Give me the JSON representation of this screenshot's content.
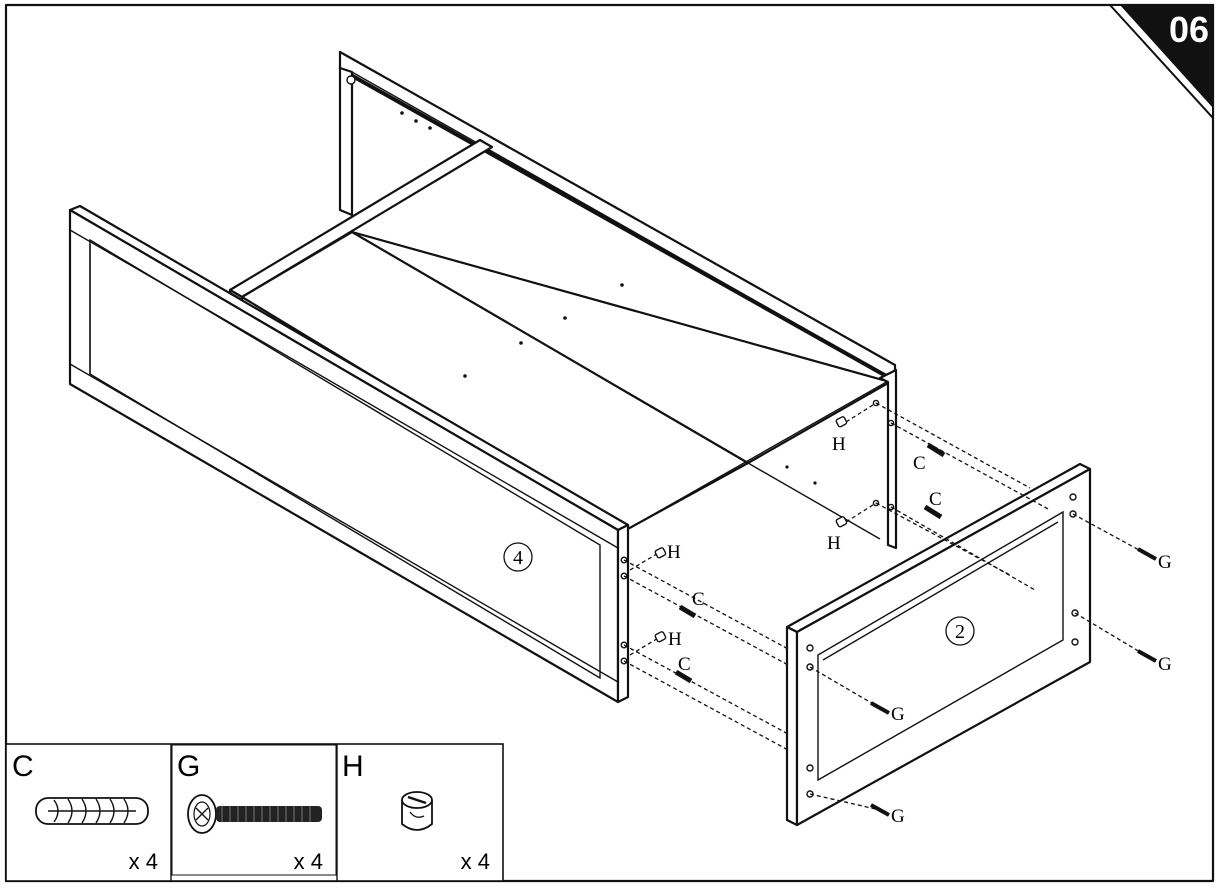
{
  "step": {
    "number": "06"
  },
  "panels": {
    "front": "4",
    "side": "2"
  },
  "callouts": {
    "h_upper_right": "H",
    "h_lower_right": "H",
    "c_right_a": "C",
    "c_right_b": "C",
    "h_left_a": "H",
    "c_left_a": "C",
    "h_left_b": "H",
    "c_left_b": "C",
    "g1": "G",
    "g2": "G",
    "g3": "G",
    "g4": "G"
  },
  "parts": [
    {
      "letter": "C",
      "qty": "x 4",
      "icon": "dowel-icon"
    },
    {
      "letter": "G",
      "qty": "x 4",
      "icon": "bolt-icon"
    },
    {
      "letter": "H",
      "qty": "x 4",
      "icon": "cam-nut-icon"
    }
  ],
  "colors": {
    "ink": "#111111",
    "paper": "#ffffff"
  }
}
